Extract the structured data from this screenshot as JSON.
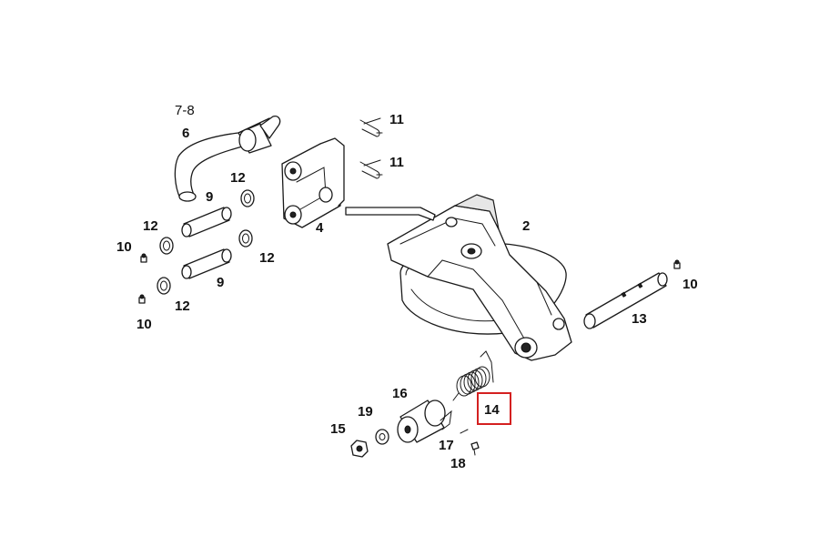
{
  "labels": {
    "p7_8": "7-8",
    "p6": "6",
    "p11a": "11",
    "p11b": "11",
    "p12a": "12",
    "p9a": "9",
    "p12b": "12",
    "p10a": "10",
    "p4": "4",
    "p2": "2",
    "p12c": "12",
    "p9b": "9",
    "p12d": "12",
    "p10b": "10",
    "p10c": "10",
    "p13": "13",
    "p16": "16",
    "p19": "19",
    "p14": "14",
    "p15": "15",
    "p17": "17",
    "p18": "18"
  },
  "highlight": {
    "color": "#d42020"
  }
}
